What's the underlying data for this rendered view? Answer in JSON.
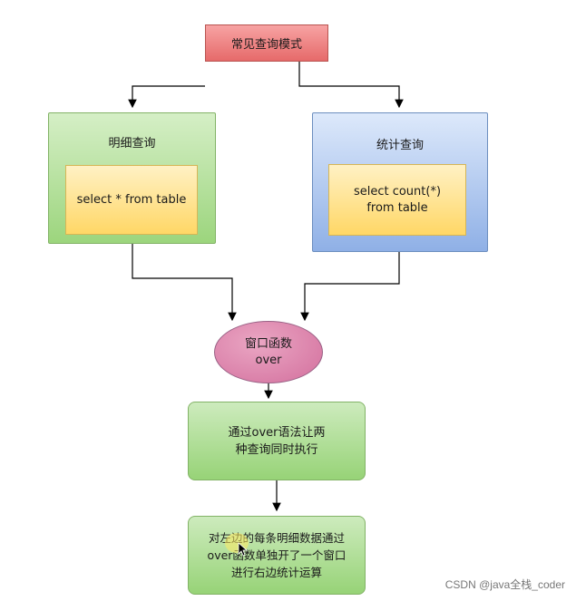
{
  "diagram": {
    "top": {
      "label": "常见查询模式"
    },
    "left_panel": {
      "title": "明细查询",
      "inner": "select * from table"
    },
    "right_panel": {
      "title": "统计查询",
      "inner": "select count(*) from table"
    },
    "window_node": {
      "line1": "窗口函数",
      "line2": "over"
    },
    "step1": {
      "line1": "通过over语法让两",
      "line2": "种查询同时执行"
    },
    "step2": {
      "line1": "对左边的每条明细数据通过",
      "line2": "over函数单独开了一个窗口",
      "line3": "进行右边统计运算"
    }
  },
  "watermark": "CSDN @java全栈_coder",
  "colors": {
    "top_fill": "#f19c99",
    "panel_green": "#b9e0a5",
    "panel_blue": "#a9c4eb",
    "inner_yellow": "#ffe599",
    "ellipse_pink": "#e6a0c4",
    "step_green": "#b9e0a5"
  }
}
